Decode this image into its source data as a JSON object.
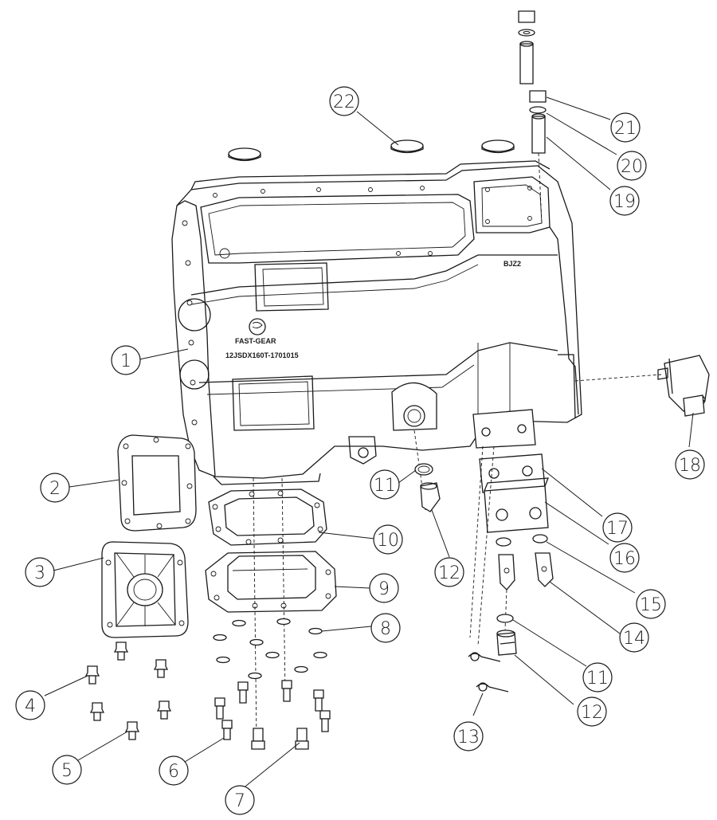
{
  "housing": {
    "brand": "FAST-GEAR",
    "part_code": "12JSDX160T-1701015",
    "mark": "BJZ2"
  },
  "callouts": [
    {
      "id": "c1",
      "label": "1"
    },
    {
      "id": "c2",
      "label": "2"
    },
    {
      "id": "c3",
      "label": "3"
    },
    {
      "id": "c4",
      "label": "4"
    },
    {
      "id": "c5",
      "label": "5"
    },
    {
      "id": "c6",
      "label": "6"
    },
    {
      "id": "c7",
      "label": "7"
    },
    {
      "id": "c8",
      "label": "8"
    },
    {
      "id": "c9",
      "label": "9"
    },
    {
      "id": "c10",
      "label": "10"
    },
    {
      "id": "c11a",
      "label": "11"
    },
    {
      "id": "c12a",
      "label": "12"
    },
    {
      "id": "c11b",
      "label": "11"
    },
    {
      "id": "c12b",
      "label": "12"
    },
    {
      "id": "c13",
      "label": "13"
    },
    {
      "id": "c14",
      "label": "14"
    },
    {
      "id": "c15",
      "label": "15"
    },
    {
      "id": "c16",
      "label": "16"
    },
    {
      "id": "c17",
      "label": "17"
    },
    {
      "id": "c18",
      "label": "18"
    },
    {
      "id": "c19",
      "label": "19"
    },
    {
      "id": "c20",
      "label": "20"
    },
    {
      "id": "c21",
      "label": "21"
    },
    {
      "id": "c22",
      "label": "22"
    }
  ]
}
